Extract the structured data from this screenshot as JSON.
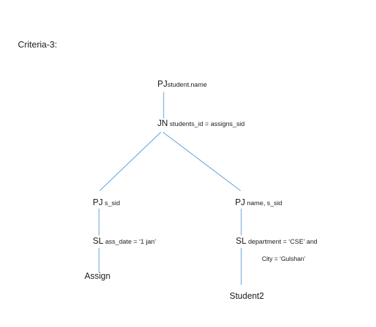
{
  "title": "Criteria-3:",
  "tree": {
    "root": {
      "op": "PJ",
      "text": "student.name"
    },
    "join": {
      "op": "JN",
      "text": "students_id = assigns_sid"
    },
    "left_project": {
      "op": "PJ",
      "text": "s_sid"
    },
    "left_select": {
      "op": "SL",
      "text": "ass_date = ‘1 jan’"
    },
    "left_relation": "Assign",
    "right_project": {
      "op": "PJ",
      "text": "name, s_sid"
    },
    "right_select": {
      "op": "SL",
      "text": "department = ‘CSE’ and",
      "text2": "City = ‘Gulshan’"
    },
    "right_relation": "Student2"
  },
  "colors": {
    "edge": "#5b9bd5",
    "text": "#1a1a1a"
  }
}
